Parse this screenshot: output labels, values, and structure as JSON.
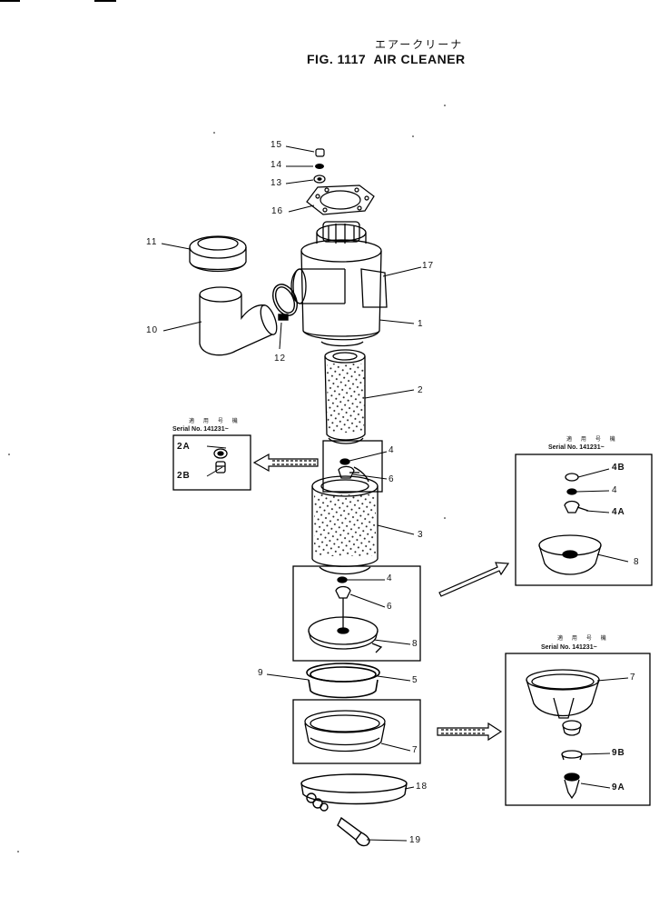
{
  "title": {
    "japanese": "エアークリーナ",
    "english": "FIG. 1117  AIR CLEANER"
  },
  "serial_header": {
    "japanese": "適 用 号 機",
    "text": "Serial No. 141231~"
  },
  "labels": {
    "p15": "15",
    "p14": "14",
    "p13": "13",
    "p16": "16",
    "p11": "11",
    "p17": "17",
    "p1": "1",
    "p10": "10",
    "p12": "12",
    "p2": "2",
    "p2A": "2A",
    "p2B": "2B",
    "p4_upper": "4",
    "p6_upper": "6",
    "p3": "3",
    "p4B": "4B",
    "p4_right": "4",
    "p4A": "4A",
    "p8_right": "8",
    "p4_mid": "4",
    "p6_mid": "6",
    "p8_mid": "8",
    "p9": "9",
    "p5": "5",
    "p7_right": "7",
    "p7_mid": "7",
    "p9B": "9B",
    "p9A": "9A",
    "p18": "18",
    "p19": "19"
  }
}
